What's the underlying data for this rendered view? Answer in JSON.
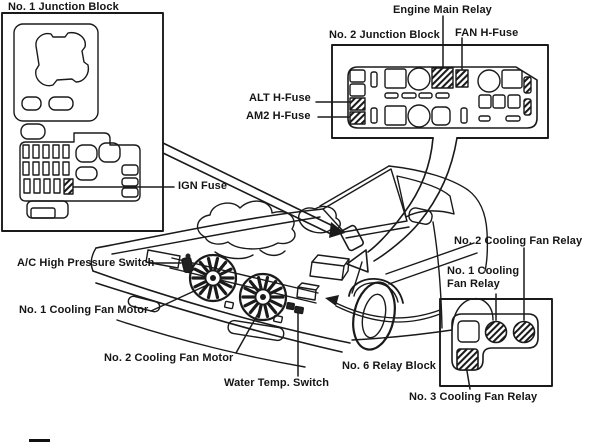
{
  "labels": {
    "junction_block_1_title": "No. 1 Junction Block",
    "engine_main_relay": "Engine Main Relay",
    "junction_block_2_title": "No. 2 Junction Block",
    "fan_h_fuse": "FAN H-Fuse",
    "alt_h_fuse": "ALT H-Fuse",
    "am2_h_fuse": "AM2 H-Fuse",
    "ign_fuse": "IGN Fuse",
    "ac_high_pressure_switch": "A/C High Pressure Switch",
    "cooling_fan_motor_1": "No. 1 Cooling Fan Motor",
    "cooling_fan_motor_2": "No. 2 Cooling Fan Motor",
    "water_temp_switch": "Water Temp. Switch",
    "relay_block_6": "No. 6 Relay Block",
    "cooling_fan_relay_2": "No. 2 Cooling Fan Relay",
    "cooling_fan_relay_1": "No. 1 Cooling\nFan Relay",
    "cooling_fan_relay_3": "No. 3 Cooling Fan Relay"
  },
  "colors": {
    "ink": "#1a1a1a",
    "paper": "#ffffff"
  }
}
